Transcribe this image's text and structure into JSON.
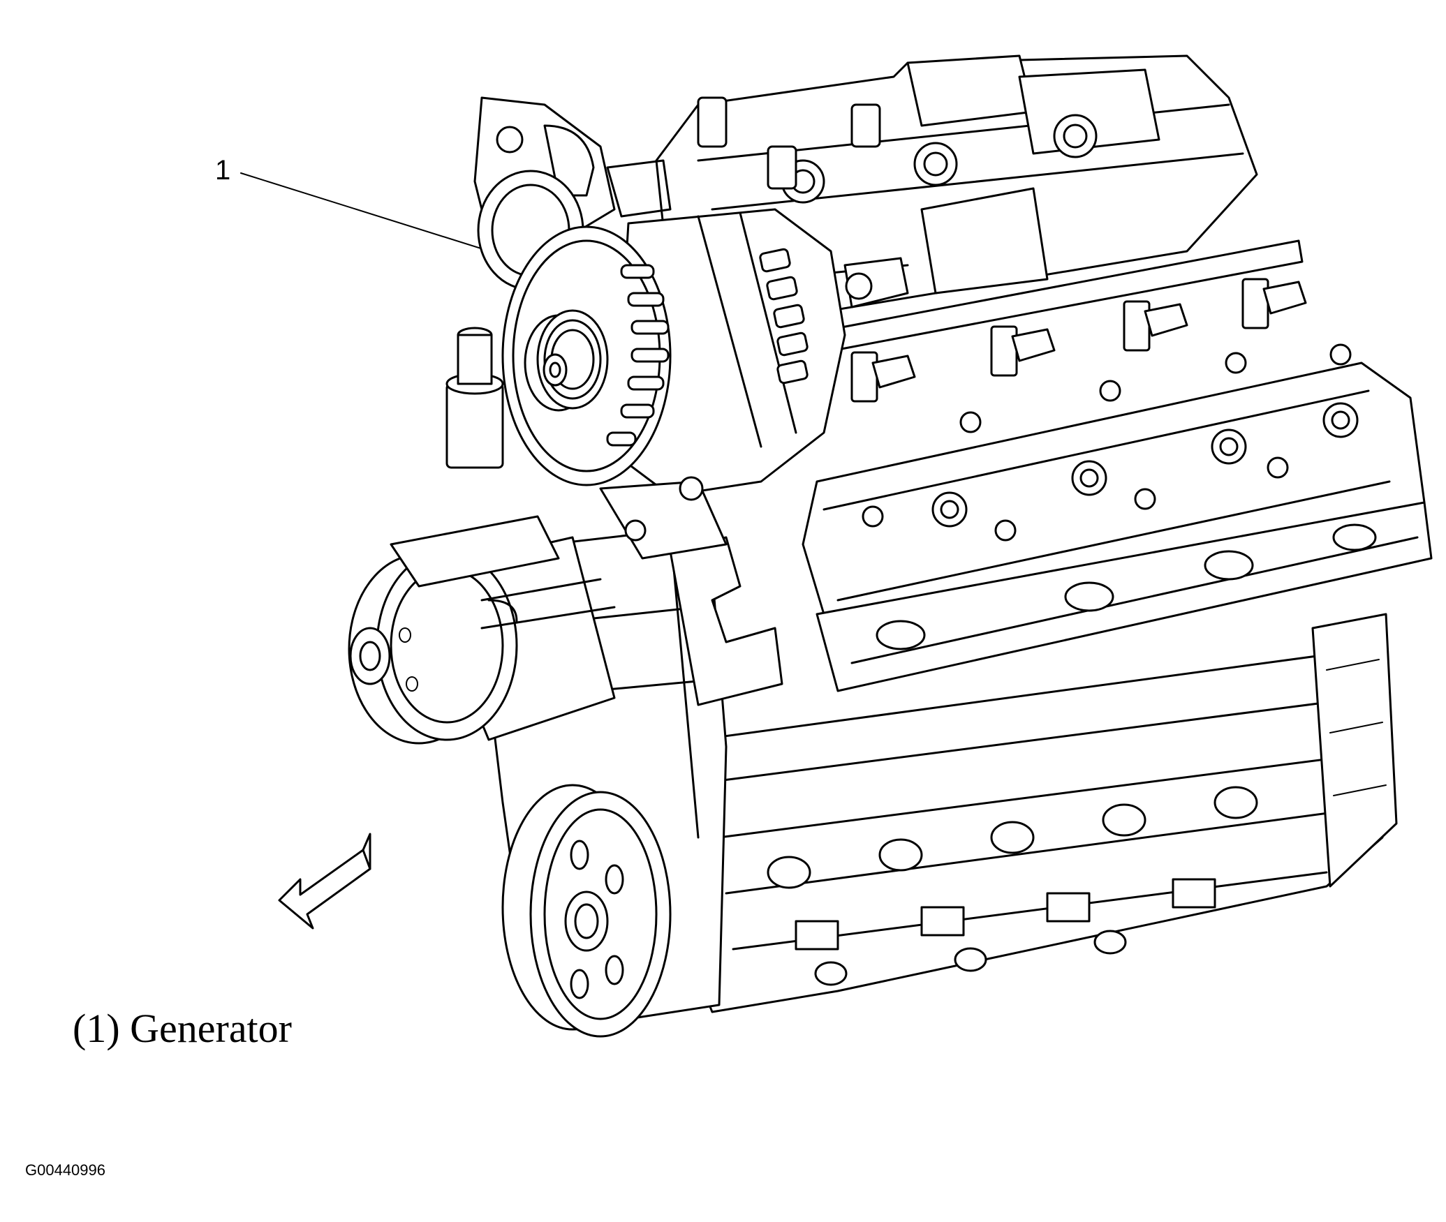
{
  "diagram": {
    "callouts": [
      {
        "number": "1",
        "label": "Generator"
      }
    ],
    "caption": "(1) Generator",
    "figure_id": "G00440996"
  },
  "icons": {
    "direction_arrow": "front-direction-arrow-icon"
  }
}
